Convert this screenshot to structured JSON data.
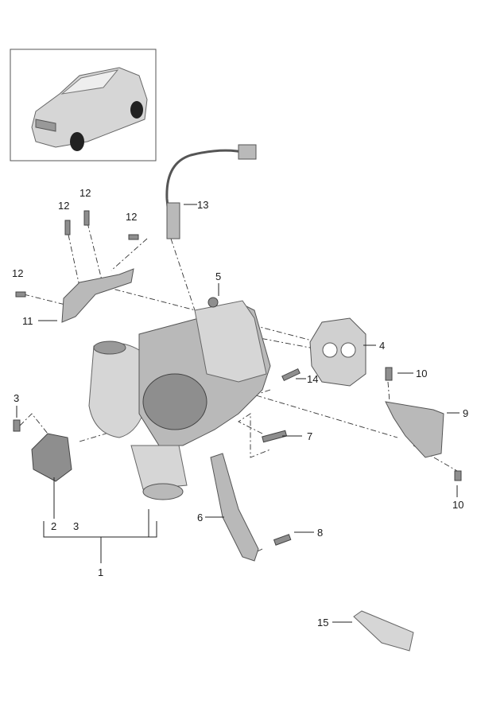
{
  "diagram": {
    "title": "Turbocharger parts diagram",
    "callouts": {
      "c12a": "12",
      "c12b": "12",
      "c12c": "12",
      "c12d": "12",
      "c13": "13",
      "c5": "5",
      "c11": "11",
      "c4": "4",
      "c10a": "10",
      "c10b": "10",
      "c14": "14",
      "c9": "9",
      "c3a": "3",
      "c3b": "3",
      "c7": "7",
      "c2": "2",
      "c6": "6",
      "c8": "8",
      "c1": "1",
      "c15": "15"
    }
  }
}
